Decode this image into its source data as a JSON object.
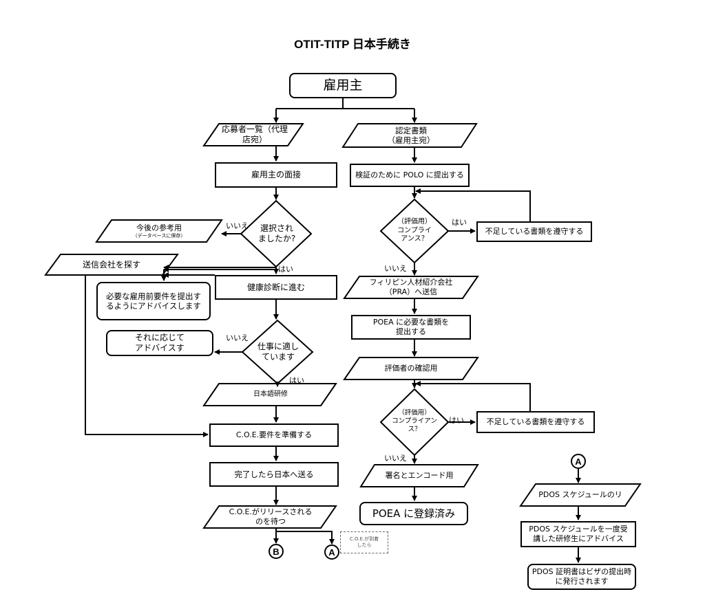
{
  "title": "OTIT-TITP 日本手続き",
  "nodes": {
    "employer": "雇用主",
    "applicants": "応募者一覧（代理\n店宛）",
    "certdocs": "認定書類\n（雇用主宛）",
    "interview": "雇用主の面接",
    "polo": "検証のために POLO に提出する",
    "selected": "選択され\nましたか?",
    "future_ref": "今後の参考用",
    "future_ref_sub": "（データベースに保存）",
    "compliance1": "（評価用）\nコンプライ\nアンス？",
    "deficient1": "不足している書類を遵守する",
    "find_agency": "送信会社を探す",
    "medical": "健康診断に進む",
    "advise_req": "必要な雇用前要件を提出す\nるようにアドバイスします",
    "pra": "フィリピン人材紹介会社\n（PRA）へ送信",
    "poea_submit": "POEA に必要な書類を\n提出する",
    "fit": "仕事に適し\nています",
    "advise_acc": "それに応じて\nアドバイスす",
    "evaluator": "評価者の確認用",
    "jp_training": "日本語研修",
    "compliance2": "（評価用）\nコンプライアン\nス？",
    "deficient2": "不足している書類を遵守する",
    "coe_prepare": "C.O.E.要件を準備する",
    "send_japan": "完了したら日本へ送る",
    "sign_encode": "署名とエンコード用",
    "coe_wait": "C.O.E.がリリースされる\nのを待つ",
    "poea_registered": "POEA に登録済み",
    "coe_arrival": "C.O.E.が到着\nしたら",
    "pdos_schedule": "PDOS スケジュールのリ",
    "pdos_advise": "PDOS スケジュールを一度受\n講した研修生にアドバイス",
    "pdos_cert": "PDOS 証明書はビザの提出時\nに発行されます"
  },
  "labels": {
    "no1": "いいえ",
    "yes1": "はい",
    "yes2": "はい",
    "no2": "いいえ",
    "no3": "いいえ",
    "yes3": "はい",
    "yes4": "はい",
    "no4": "いいえ"
  },
  "connectors": {
    "b": "B",
    "a": "A",
    "a2": "A"
  },
  "colors": {
    "line": "#000000",
    "background": "#ffffff",
    "dash": "#666666"
  }
}
